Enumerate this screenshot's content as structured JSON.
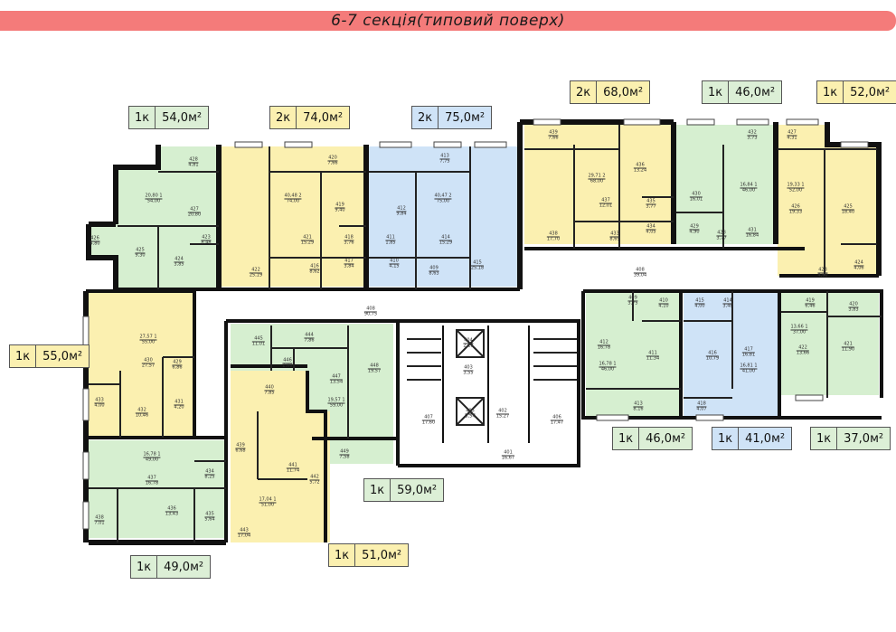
{
  "title": "6-7 секція(типовий поверх)",
  "colors": {
    "green": "#d6efd0",
    "yellow": "#fbf0b0",
    "blue": "#cfe3f7",
    "wall": "#111111",
    "title_bar": "#f47b7a"
  },
  "apartments": [
    {
      "id": "apt-1k-54",
      "rooms": "1к",
      "area": "54,0м²",
      "color": "green"
    },
    {
      "id": "apt-2k-74",
      "rooms": "2к",
      "area": "74,0м²",
      "color": "yellow"
    },
    {
      "id": "apt-2k-75",
      "rooms": "2к",
      "area": "75,0м²",
      "color": "blue"
    },
    {
      "id": "apt-2k-68",
      "rooms": "2к",
      "area": "68,0м²",
      "color": "yellow"
    },
    {
      "id": "apt-1k-46a",
      "rooms": "1к",
      "area": "46,0м²",
      "color": "green"
    },
    {
      "id": "apt-1k-52",
      "rooms": "1к",
      "area": "52,0м²",
      "color": "yellow"
    },
    {
      "id": "apt-1k-55",
      "rooms": "1к",
      "area": "55,0м²",
      "color": "yellow"
    },
    {
      "id": "apt-1k-46b",
      "rooms": "1к",
      "area": "46,0м²",
      "color": "green"
    },
    {
      "id": "apt-1k-41",
      "rooms": "1к",
      "area": "41,0м²",
      "color": "blue"
    },
    {
      "id": "apt-1k-37",
      "rooms": "1к",
      "area": "37,0м²",
      "color": "green"
    },
    {
      "id": "apt-1k-59",
      "rooms": "1к",
      "area": "59,0м²",
      "color": "green"
    },
    {
      "id": "apt-1k-51",
      "rooms": "1к",
      "area": "51,0м²",
      "color": "yellow"
    },
    {
      "id": "apt-1k-49",
      "rooms": "1к",
      "area": "49,0м²",
      "color": "green"
    }
  ],
  "room_labels": [
    {
      "n": "428",
      "a": "4,81"
    },
    {
      "n": "427",
      "a": "20,80"
    },
    {
      "n": "425",
      "a": "9,30"
    },
    {
      "n": "423",
      "a": "8,48"
    },
    {
      "n": "424",
      "a": "3,85"
    },
    {
      "n": "426",
      "a": "4,80"
    },
    {
      "n": "422",
      "a": "25,19"
    },
    {
      "n": "420",
      "a": "7,66"
    },
    {
      "n": "421",
      "a": "15,29"
    },
    {
      "n": "419",
      "a": "9,40"
    },
    {
      "n": "418",
      "a": "3,76"
    },
    {
      "n": "417",
      "a": "3,84"
    },
    {
      "n": "416",
      "a": "8,62"
    },
    {
      "n": "413",
      "a": "7,75"
    },
    {
      "n": "412",
      "a": "9,84"
    },
    {
      "n": "411",
      "a": "1,85"
    },
    {
      "n": "414",
      "a": "15,29"
    },
    {
      "n": "410",
      "a": "4,15"
    },
    {
      "n": "409",
      "a": "8,63"
    },
    {
      "n": "415",
      "a": "25,18"
    },
    {
      "n": "408",
      "a": "90,75"
    },
    {
      "n": "439",
      "a": "7,66"
    },
    {
      "n": "437",
      "a": "12,01"
    },
    {
      "n": "436",
      "a": "13,24"
    },
    {
      "n": "435",
      "a": "3,77"
    },
    {
      "n": "434",
      "a": "4,05"
    },
    {
      "n": "433",
      "a": "8,69"
    },
    {
      "n": "438",
      "a": "17,70"
    },
    {
      "n": "432",
      "a": "3,73"
    },
    {
      "n": "430",
      "a": "16,01"
    },
    {
      "n": "431",
      "a": "16,84"
    },
    {
      "n": "429",
      "a": "4,90"
    },
    {
      "n": "428",
      "a": "3,77"
    },
    {
      "n": "427",
      "a": "4,31"
    },
    {
      "n": "426",
      "a": "19,33"
    },
    {
      "n": "425",
      "a": "18,40"
    },
    {
      "n": "424",
      "a": "4,06"
    },
    {
      "n": "423",
      "a": "4,60"
    },
    {
      "n": "430",
      "a": "27,57"
    },
    {
      "n": "429",
      "a": "6,86"
    },
    {
      "n": "433",
      "a": "4,00"
    },
    {
      "n": "432",
      "a": "10,46"
    },
    {
      "n": "431",
      "a": "4,20"
    },
    {
      "n": "445",
      "a": "11,01"
    },
    {
      "n": "444",
      "a": "7,86"
    },
    {
      "n": "446",
      "a": "2,08"
    },
    {
      "n": "447",
      "a": "13,54"
    },
    {
      "n": "448",
      "a": "19,57"
    },
    {
      "n": "440",
      "a": "7,85"
    },
    {
      "n": "439",
      "a": "6,68"
    },
    {
      "n": "441",
      "a": "11,74"
    },
    {
      "n": "442",
      "a": "5,72"
    },
    {
      "n": "443",
      "a": "17,04"
    },
    {
      "n": "449",
      "a": "7,58"
    },
    {
      "n": "437",
      "a": "16,78"
    },
    {
      "n": "434",
      "a": "8,25"
    },
    {
      "n": "436",
      "a": "13,43"
    },
    {
      "n": "435",
      "a": "5,64"
    },
    {
      "n": "438",
      "a": "7,01"
    },
    {
      "n": "407",
      "a": "17,60"
    },
    {
      "n": "404",
      "a": "2,13"
    },
    {
      "n": "403",
      "a": "3,55"
    },
    {
      "n": "405",
      "a": "3,54"
    },
    {
      "n": "402",
      "a": "15,27"
    },
    {
      "n": "406",
      "a": "17,47"
    },
    {
      "n": "401",
      "a": "16,67"
    },
    {
      "n": "412",
      "a": "16,78"
    },
    {
      "n": "409",
      "a": "3,75"
    },
    {
      "n": "410",
      "a": "4,10"
    },
    {
      "n": "411",
      "a": "11,34"
    },
    {
      "n": "413",
      "a": "8,16"
    },
    {
      "n": "415",
      "a": "4,00"
    },
    {
      "n": "414",
      "a": "3,48"
    },
    {
      "n": "416",
      "a": "10,79"
    },
    {
      "n": "417",
      "a": "16,81"
    },
    {
      "n": "418",
      "a": "4,07"
    },
    {
      "n": "419",
      "a": "6,46"
    },
    {
      "n": "420",
      "a": "3,83"
    },
    {
      "n": "422",
      "a": "13,66"
    },
    {
      "n": "421",
      "a": "11,90"
    },
    {
      "n": "408",
      "a": "39,04"
    }
  ],
  "apartment_totals": [
    {
      "t": "20,80",
      "a": "54,00",
      "r": "1"
    },
    {
      "t": "40,48",
      "a": "74,00",
      "r": "2"
    },
    {
      "t": "40,47",
      "a": "75,00",
      "r": "2"
    },
    {
      "t": "29,71",
      "a": "68,00",
      "r": "2"
    },
    {
      "t": "16,84",
      "a": "46,00",
      "r": "1"
    },
    {
      "t": "19,33",
      "a": "52,00",
      "r": "1"
    },
    {
      "t": "27,57",
      "a": "55,00",
      "r": "1"
    },
    {
      "t": "19,57",
      "a": "59,00",
      "r": "1"
    },
    {
      "t": "17,04",
      "a": "51,00",
      "r": "1"
    },
    {
      "t": "16,78",
      "a": "49,00",
      "r": "1"
    },
    {
      "t": "16,78",
      "a": "46,00",
      "r": "1"
    },
    {
      "t": "16,81",
      "a": "41,00",
      "r": "1"
    },
    {
      "t": "13,66",
      "a": "37,00",
      "r": "1"
    }
  ]
}
